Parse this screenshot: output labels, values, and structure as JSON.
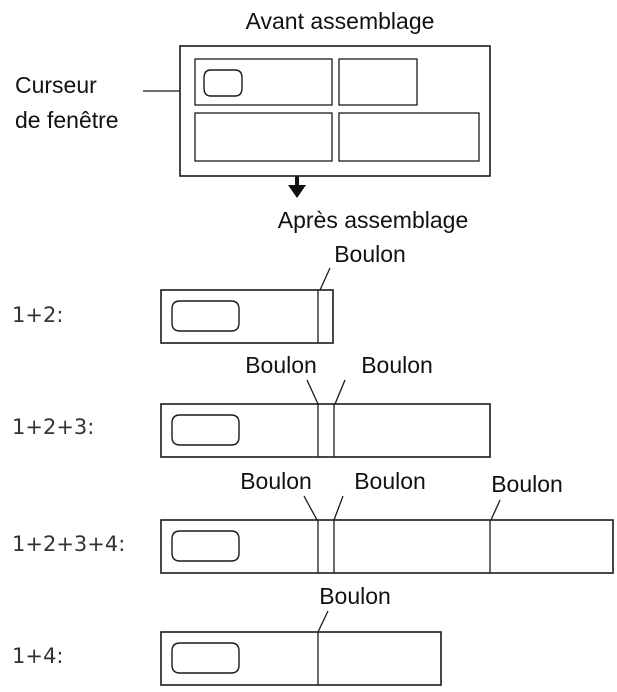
{
  "diagram": {
    "before_title": "Avant assemblage",
    "cursor_label_line1": "Curseur",
    "cursor_label_line2": "de fenêtre",
    "after_title": "Après assemblage",
    "bolt_label": "Boulon",
    "rows": [
      {
        "combo": "1+2:"
      },
      {
        "combo": "1+2+3:"
      },
      {
        "combo": "1+2+3+4:"
      },
      {
        "combo": "1+4:"
      }
    ],
    "line_color": "#1a1a1a"
  }
}
